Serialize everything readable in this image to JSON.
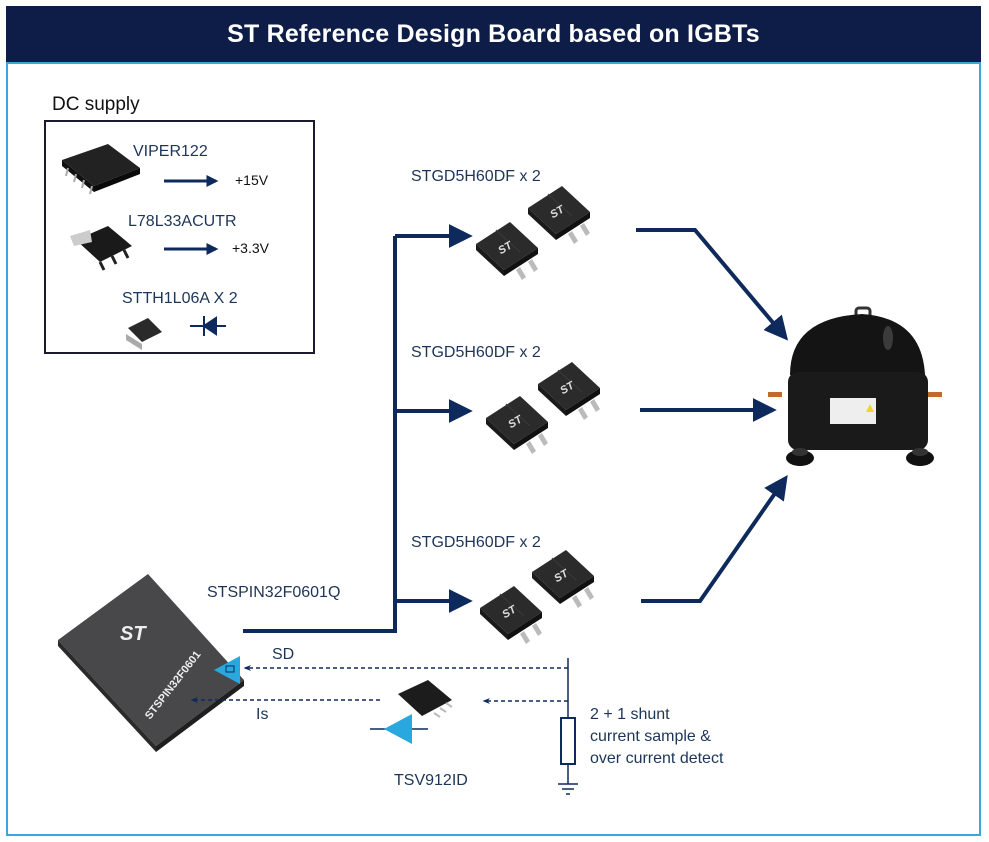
{
  "header": {
    "title": "ST Reference Design Board based on IGBTs"
  },
  "colors": {
    "header_bg": "#0e1d47",
    "frame_border": "#3fa6dc",
    "arrow": "#0e2a5c",
    "accent_cyan": "#29a8e0"
  },
  "dc_supply": {
    "title": "DC supply",
    "items": [
      {
        "part": "VIPER122",
        "output": "+15V",
        "icon": "soic8-chip-icon"
      },
      {
        "part": "L78L33ACUTR",
        "output": "+3.3V",
        "icon": "sot89-chip-icon"
      },
      {
        "part": "STTH1L06A X 2",
        "output": "",
        "icon": "diode-icon"
      }
    ]
  },
  "igbt_stages": [
    {
      "label": "STGD5H60DF x 2"
    },
    {
      "label": "STGD5H60DF x 2"
    },
    {
      "label": "STGD5H60DF x 2"
    }
  ],
  "controller": {
    "label": "STSPIN32F0601Q",
    "chip_marking": "STSPIN32F0601"
  },
  "signals": {
    "sd": "SD",
    "is": "Is"
  },
  "opamp": {
    "label": "TSV912ID"
  },
  "shunt": {
    "lines": [
      "2 + 1 shunt",
      "current sample &",
      "over current detect"
    ]
  },
  "load": {
    "name": "compressor"
  }
}
